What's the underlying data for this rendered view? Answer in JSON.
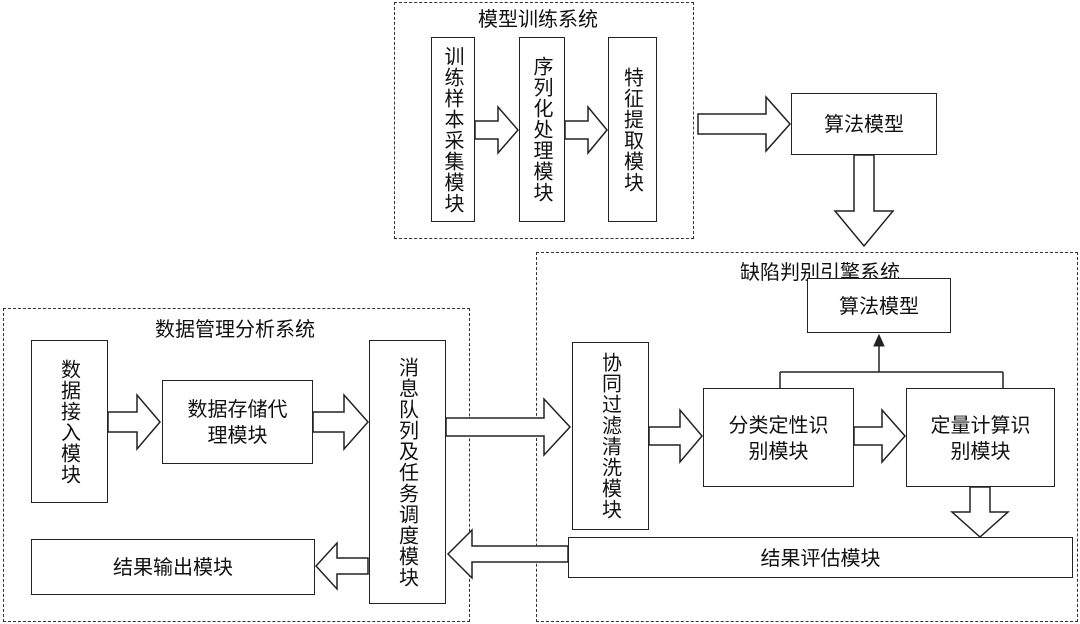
{
  "groups": {
    "training": "模型训练系统",
    "defect": "缺陷判别引擎系统",
    "data_mgmt": "数据管理分析系统"
  },
  "training_modules": {
    "sample_collection": "训练样本采集模块",
    "serialization": "序列化处理模块",
    "feature_extraction": "特征提取模块",
    "algorithm_model": "算法模型"
  },
  "defect_modules": {
    "algorithm_model": "算法模型",
    "collaborative_filter": "协同过滤清洗模块",
    "qualitative": "分类定性识别模块",
    "quantitative": "定量计算识别模块",
    "result_eval": "结果评估模块"
  },
  "data_modules": {
    "data_access": "数据接入模块",
    "storage_proxy": "数据存储代理模块",
    "message_queue": "消息队列及任务调度模块",
    "result_output": "结果输出模块"
  }
}
